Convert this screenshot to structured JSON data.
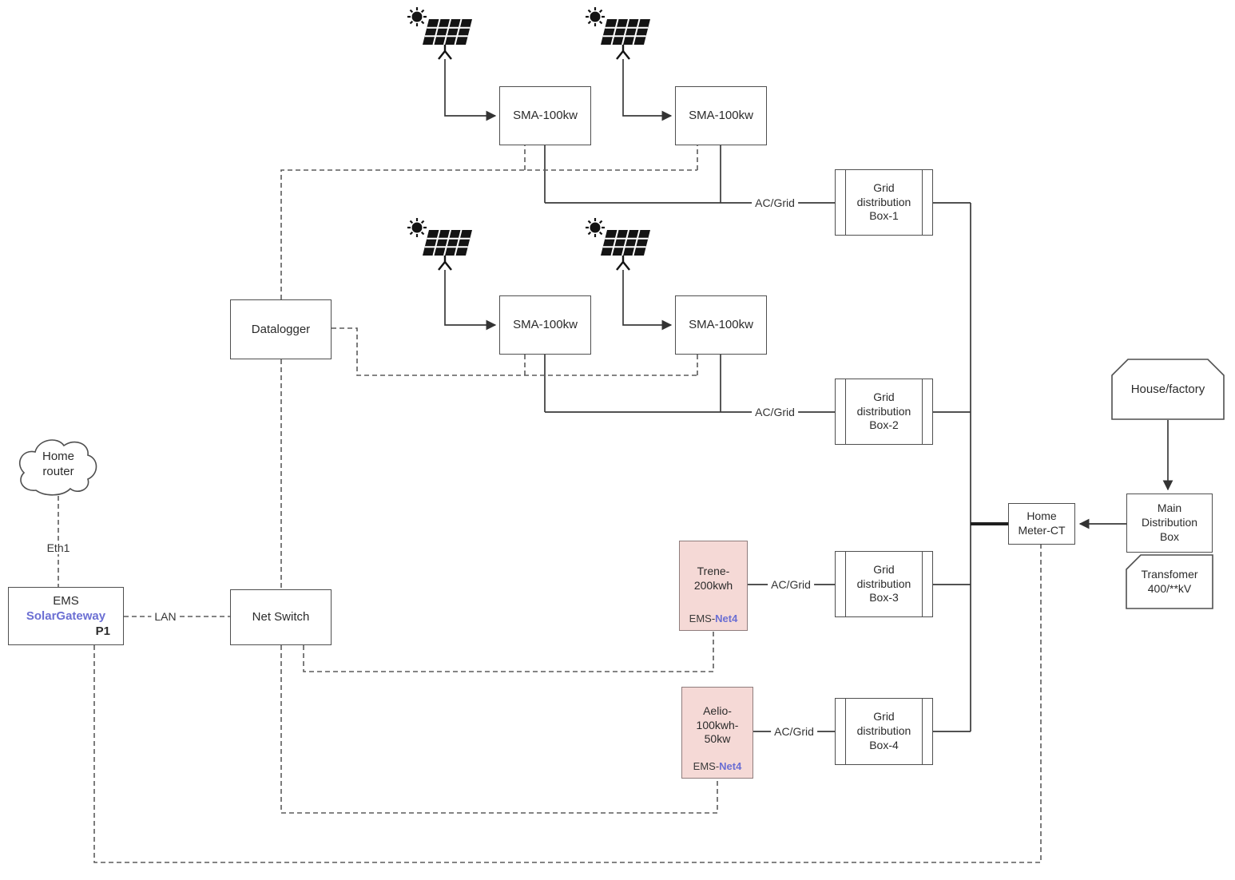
{
  "colors": {
    "accent_blue": "#6b6fd3",
    "battery_pink": "#f5d9d6",
    "box_border": "#4f4f4f",
    "wire_solid": "#3a3a3a",
    "wire_dashed": "#5c5c5c"
  },
  "icons": {
    "solar_panel": "solar-panel-with-sun",
    "cloud": "network-cloud"
  },
  "nodes": {
    "sma": [
      "SMA-100kw",
      "SMA-100kw",
      "SMA-100kw",
      "SMA-100kw"
    ],
    "grid_boxes": [
      {
        "line1": "Grid",
        "line2": "distribution",
        "line3": "Box-1"
      },
      {
        "line1": "Grid",
        "line2": "distribution",
        "line3": "Box-2"
      },
      {
        "line1": "Grid",
        "line2": "distribution",
        "line3": "Box-3"
      },
      {
        "line1": "Grid",
        "line2": "distribution",
        "line3": "Box-4"
      }
    ],
    "datalogger": {
      "label": "Datalogger"
    },
    "home_router": {
      "line1": "Home",
      "line2": "router"
    },
    "ems": {
      "line1": "EMS",
      "line2": "SolarGateway",
      "line3": "P1"
    },
    "net_switch": {
      "label": "Net Switch"
    },
    "trene": {
      "line1": "Trene-",
      "line2": "200kwh",
      "ems_label_prefix": "EMS-",
      "ems_label_net": "Net4"
    },
    "aelio": {
      "line1": "Aelio-",
      "line2": "100kwh-",
      "line3": "50kw",
      "ems_label_prefix": "EMS-",
      "ems_label_net": "Net4"
    },
    "home_meter": {
      "line1": "Home",
      "line2": "Meter-CT"
    },
    "house": {
      "label": "House/factory"
    },
    "main_distribution": {
      "line1": "Main",
      "line2": "Distribution",
      "line3": "Box"
    },
    "transformer": {
      "line1": "Transfomer",
      "line2": "400/**kV"
    }
  },
  "edge_labels": {
    "ac_grid": [
      "AC/Grid",
      "AC/Grid",
      "AC/Grid",
      "AC/Grid"
    ],
    "lan": "LAN",
    "eth1": "Eth1"
  }
}
